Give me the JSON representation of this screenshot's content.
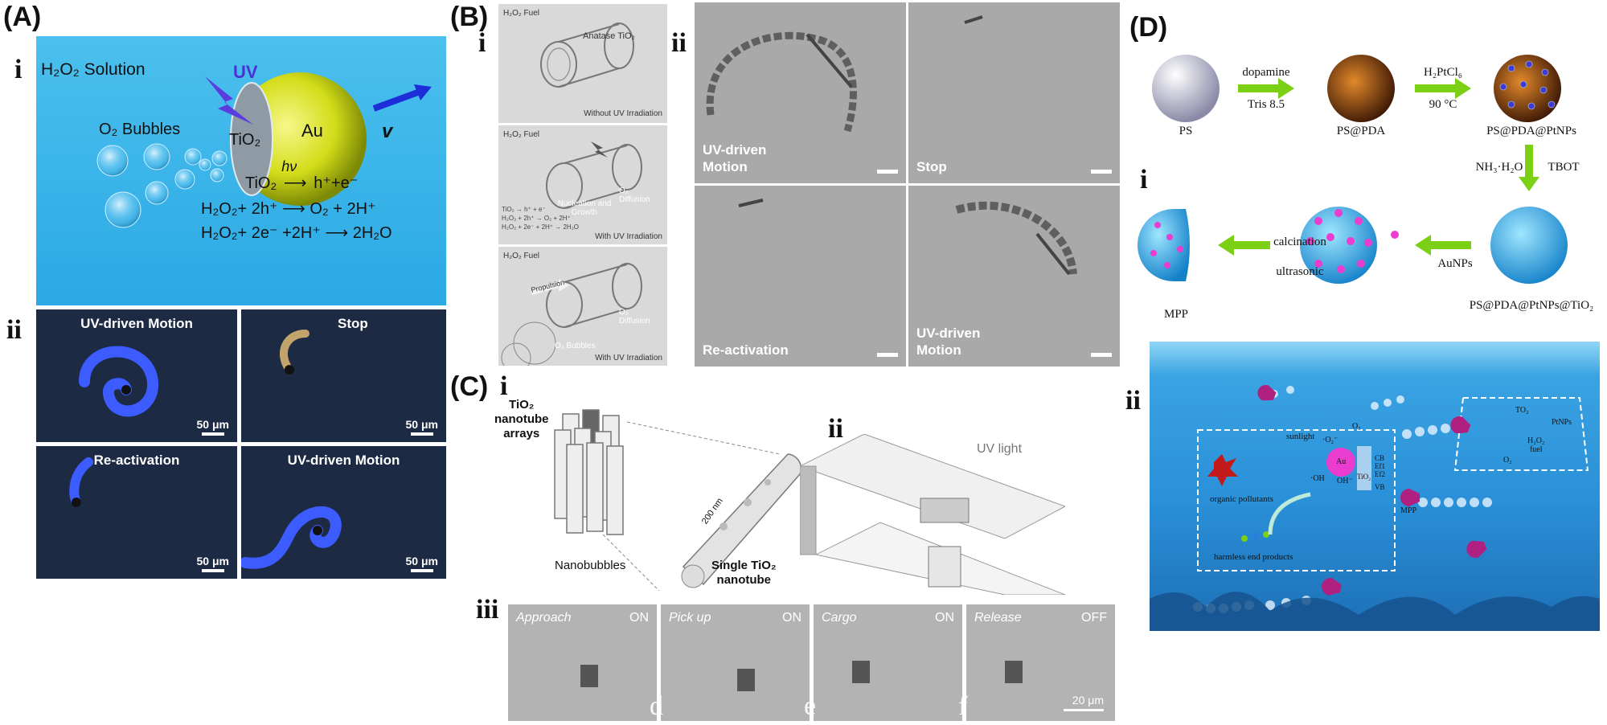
{
  "panelA": {
    "label": "(A)",
    "sub_i": "i",
    "sub_ii": "ii",
    "solution": "H₂O₂ Solution",
    "bubbles": "O₂ Bubbles",
    "uv": "UV",
    "tio2": "TiO₂",
    "au": "Au",
    "v": "v",
    "eq1_left": "TiO₂",
    "eq1_hv": "hν",
    "eq1_right": "h⁺+e⁻",
    "eq2": "H₂O₂+ 2h⁺ ⟶ O₂ + 2H⁺",
    "eq3": "H₂O₂+ 2e⁻ +2H⁺ ⟶ 2H₂O",
    "micro": [
      {
        "title": "UV-driven Motion",
        "scale": "50 μm"
      },
      {
        "title": "Stop",
        "scale": "50 μm"
      },
      {
        "title": "Re-activation",
        "scale": "50 μm"
      },
      {
        "title": "UV-driven Motion",
        "scale": "50 μm"
      }
    ]
  },
  "panelB": {
    "label": "(B)",
    "sub_i": "i",
    "sub_ii": "ii",
    "schemes": [
      {
        "fuel": "H₂O₂ Fuel",
        "material": "Anatase TiO₂",
        "state": "Without UV Irradiation"
      },
      {
        "fuel": "H₂O₂ Fuel",
        "nucleation": "Nucleation and Growth",
        "diffusion": "O₂ Diffusion",
        "reaction1": "TiO₂ → h⁺ + e⁻",
        "reaction2": "H₂O₂ + 2h⁺ → O₂ + 2H⁺",
        "reaction3": "H₂O₂ + 2e⁻ + 2H⁺ → 2H₂O",
        "state": "With UV Irradiation"
      },
      {
        "fuel": "H₂O₂ Fuel",
        "propulsion": "Propulsion",
        "diffusion": "O₂ Diffusion",
        "bubbles": "O₂ Bubbles",
        "state": "With UV Irradiation"
      }
    ],
    "frames": [
      {
        "text": "UV-driven\nMotion",
        "pos": "bottom"
      },
      {
        "text": "Stop",
        "pos": "bottom"
      },
      {
        "text": "Re-activation",
        "pos": "bottom"
      },
      {
        "text": "UV-driven\nMotion",
        "pos": "bottom"
      }
    ]
  },
  "panelC": {
    "label": "(C)",
    "sub_i": "i",
    "sub_ii": "ii",
    "sub_iii": "iii",
    "arrays": "TiO₂\nnanotube\narrays",
    "nanobubbles": "Nanobubbles",
    "single": "Single TiO₂\nnanotube",
    "diameter": "200 nm",
    "uv_light": "UV light",
    "frames": [
      {
        "left": "Approach",
        "right": "ON"
      },
      {
        "left": "Pick up",
        "right": "ON"
      },
      {
        "left": "Cargo",
        "right": "ON"
      },
      {
        "left": "Release",
        "right": "OFF"
      }
    ],
    "scale": "20 μm",
    "stray_d": "d",
    "stray_e": "e",
    "stray_f": "f"
  },
  "panelD": {
    "label": "(D)",
    "sub_i": "i",
    "sub_ii": "ii",
    "ps": "PS",
    "step1_top": "dopamine",
    "step1_bottom": "Tris 8.5",
    "psda": "PS@PDA",
    "step2_top": "H₂PtCl₆",
    "step2_bottom": "90 °C",
    "pspt": "PS@PDA@PtNPs",
    "step3_left": "NH₃·H₂O",
    "step3_right": "TBOT",
    "tio2": "PS@PDA@PtNPs@TiO₂",
    "step4": "AuNPs",
    "step5_top": "calcination",
    "step5_bottom": "ultrasonic",
    "mpp": "MPP",
    "scheme": {
      "sunlight": "sunlight",
      "o2minus": "·O₂⁻",
      "o2": "O₂",
      "cb": "CB",
      "ef1": "Ef1",
      "ef2": "Ef2",
      "vb": "VB",
      "au": "Au",
      "tio2": "TiO₂",
      "oh_rad": "·OH",
      "oh": "OH⁻",
      "pollutants": "organic pollutants",
      "products": "harmless end products",
      "mpp": "MPP",
      "tio2b": "TO₂",
      "ptnps": "PtNPs",
      "fuel": "H₂O₂\nfuel",
      "o2b": "O₂"
    }
  },
  "colors": {
    "sky": "#3fb6ea",
    "micro_bg": "#1c2a44",
    "micro_trail": "#3c5cff",
    "gold": "#d6dd20",
    "arrow_green": "#7bd016",
    "sphere_blue": "#2fa6e6",
    "pink": "#ea3ccf",
    "ocean": "#2a90d8"
  }
}
